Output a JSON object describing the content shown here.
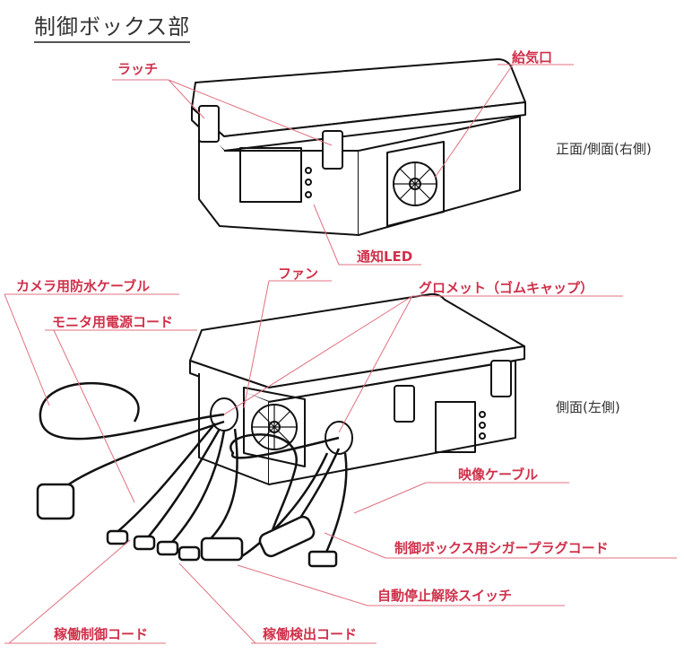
{
  "title": "制御ボックス部",
  "views": {
    "front_right": "正面/側面(右側)",
    "left": "側面(左側)"
  },
  "labels": {
    "latch": "ラッチ",
    "air_intake": "給気口",
    "notify_led": "通知LED",
    "fan": "ファン",
    "camera_cable": "カメラ用防水ケーブル",
    "grommet": "グロメット（ゴムキャップ）",
    "monitor_power": "モニタ用電源コード",
    "video_cable": "映像ケーブル",
    "cigar_plug": "制御ボックス用シガープラグコード",
    "auto_stop_release": "自動停止解除スイッチ",
    "operation_control": "稼働制御コード",
    "operation_detect": "稼働検出コード"
  },
  "colors": {
    "label": "#d0304a",
    "leader": "#e07080",
    "line": "#111111"
  }
}
